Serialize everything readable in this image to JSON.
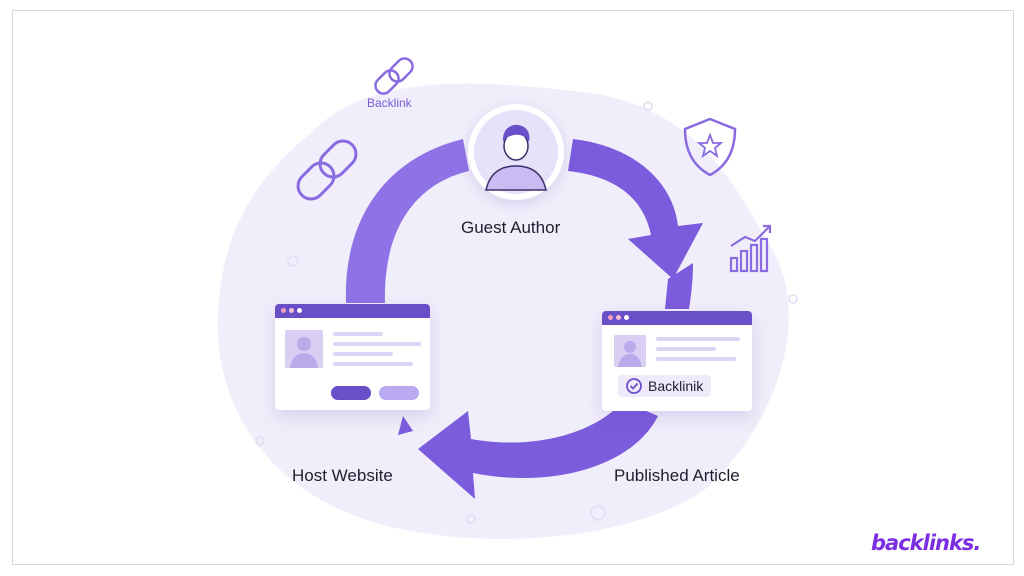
{
  "labels": {
    "guest_author": "Guest Author",
    "host_website": "Host Website",
    "published_article": "Published Article",
    "floating_backlink": "Backlink"
  },
  "badge": {
    "text": "Backlinik"
  },
  "brand": {
    "logo_text": "backlinks."
  },
  "colors": {
    "accent": "#6a50c8",
    "arrow": "#8a6ce0",
    "light": "#ece8fb",
    "brand": "#7b2fe0"
  },
  "icons": [
    "chain-link-icon",
    "shield-star-icon",
    "growth-chart-icon",
    "checkmark-icon",
    "person-icon"
  ]
}
